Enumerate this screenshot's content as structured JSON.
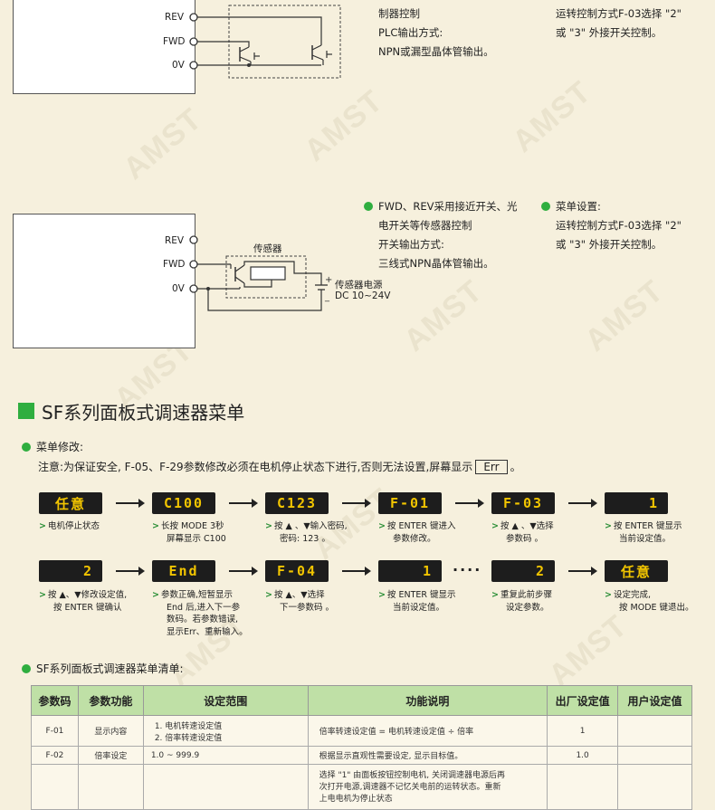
{
  "watermark": "AMST",
  "diagram1": {
    "terminals": [
      "REV",
      "FWD",
      "0V"
    ],
    "desc": [
      "制器控制",
      "PLC输出方式:",
      "NPN或漏型晶体管输出。"
    ],
    "menu": [
      "运转控制方式F-03选择 \"2\"",
      "或 \"3\" 外接开关控制。"
    ]
  },
  "diagram2": {
    "terminals": [
      "REV",
      "FWD",
      "0V"
    ],
    "sensor_label": "传感器",
    "power_label": "传感器电源",
    "power_spec": "DC 10~24V",
    "desc": [
      "FWD、REV采用接近开关、光",
      "电开关等传感器控制",
      "开关输出方式:",
      "三线式NPN晶体管输出。"
    ],
    "menu_title": "菜单设置:",
    "menu": [
      "运转控制方式F-03选择 \"2\"",
      "或 \"3\" 外接开关控制。"
    ]
  },
  "section": {
    "title": "SF系列面板式调速器菜单",
    "modify_title": "菜单修改:",
    "note_prefix": "注意:为保证安全, F-05、F-29参数修改必须在电机停止状态下进行,否则无法设置,屏幕显示",
    "note_err": "Err",
    "note_suffix": "。"
  },
  "flow_row1": [
    {
      "display": "任意",
      "caption": [
        "电机停止状态"
      ]
    },
    {
      "display": "C100",
      "caption": [
        "长按 MODE 3秒",
        "屏幕显示 C100"
      ]
    },
    {
      "display": "C123",
      "caption": [
        "按 ▲ 、▼输入密码,",
        "密码: 123 。"
      ]
    },
    {
      "display": "F-01",
      "caption": [
        "按 ENTER 键进入",
        "参数修改。"
      ]
    },
    {
      "display": "F-03",
      "caption": [
        "按 ▲ 、▼选择",
        "参数码 。"
      ]
    },
    {
      "display": "1",
      "caption": [
        "按 ENTER 键显示",
        "当前设定值。"
      ]
    }
  ],
  "flow_row2": [
    {
      "display": "2",
      "caption": [
        "按 ▲、▼修改设定值,",
        "按 ENTER 键确认"
      ]
    },
    {
      "display": "End",
      "caption": [
        "参数正确,短暂显示",
        "End 后,进入下一参",
        "数码。若参数错误,",
        "显示Err、重新输入。"
      ]
    },
    {
      "display": "F-04",
      "caption": [
        "按 ▲、▼选择",
        "下一参数码 。"
      ]
    },
    {
      "display": "1",
      "caption": [
        "按 ENTER 键显示",
        "当前设定值。"
      ]
    },
    {
      "display": "2",
      "caption": [
        "重复此前步骤",
        "设定参数。"
      ]
    },
    {
      "display": "任意",
      "caption": [
        "设定完成,",
        "按 MODE 键退出。"
      ]
    }
  ],
  "list_title": "SF系列面板式调速器菜单清单:",
  "table": {
    "headers": [
      "参数码",
      "参数功能",
      "设定范围",
      "功能说明",
      "出厂设定值",
      "用户设定值"
    ],
    "rows": [
      {
        "code": "F-01",
        "func": "显示内容",
        "range": [
          "1. 电机转速设定值",
          "2. 倍率转速设定值"
        ],
        "desc": [
          "倍率转速设定值 = 电机转速设定值 ÷ 倍率"
        ],
        "factory": "1",
        "user": ""
      },
      {
        "code": "F-02",
        "func": "倍率设定",
        "range": [
          "1.0 ~ 999.9"
        ],
        "desc": [
          "根据显示直观性需要设定, 显示目标值。"
        ],
        "factory": "1.0",
        "user": ""
      },
      {
        "code": "",
        "func": "",
        "range": [
          ""
        ],
        "desc": [
          "选择 \"1\" 由面板按钮控制电机, 关闭调速器电源后再",
          "次打开电源,调速器不记忆关电前的运转状态。重新",
          "上电电机为停止状态"
        ],
        "factory": "",
        "user": ""
      }
    ]
  },
  "colors": {
    "green": "#2fae3f",
    "lcd_text": "#f2c500",
    "lcd_bg": "#1d1d1d",
    "header_bg": "#bfe0a6",
    "page_bg": "#f6f0dd"
  }
}
